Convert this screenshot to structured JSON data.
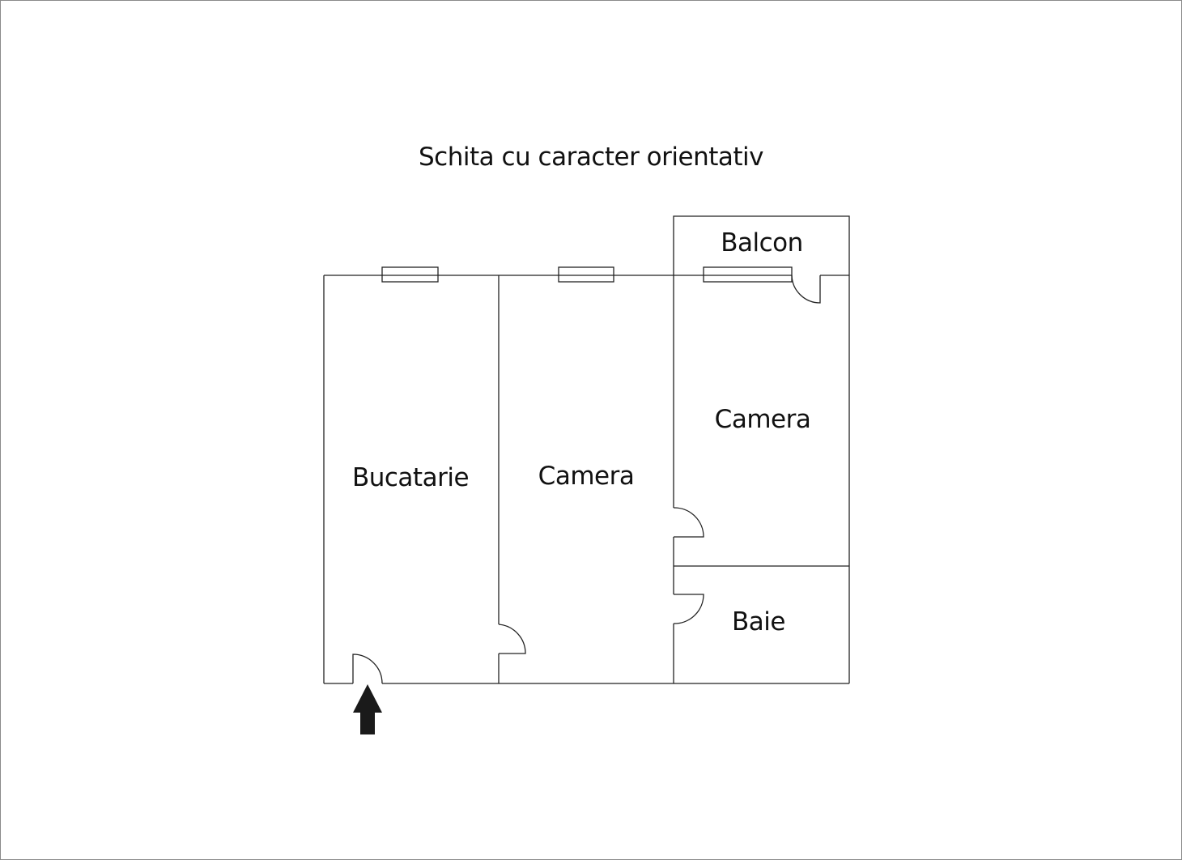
{
  "title": "Schita cu caracter orientativ",
  "rooms": [
    {
      "id": "bucatarie",
      "label": "Bucatarie"
    },
    {
      "id": "camera-middle",
      "label": "Camera"
    },
    {
      "id": "camera-right",
      "label": "Camera"
    },
    {
      "id": "balcon",
      "label": "Balcon"
    },
    {
      "id": "baie",
      "label": "Baie"
    }
  ],
  "entrance": {
    "icon": "arrow-up-icon",
    "meaning": "entrance"
  },
  "colors": {
    "line": "#222222",
    "arrow": "#1a1a1a",
    "background": "#ffffff",
    "frame": "#8a8a8a"
  }
}
